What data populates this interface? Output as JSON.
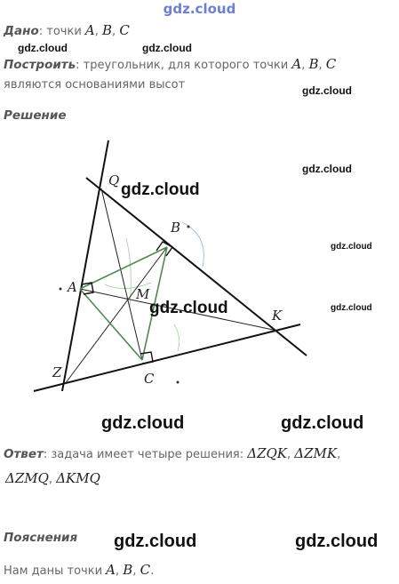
{
  "header": {
    "site": "gdz.cloud"
  },
  "given": {
    "label": "Дано",
    "text": ": точки ",
    "A": "A",
    "B": "B",
    "C": "C"
  },
  "construct": {
    "label": "Построить",
    "text1": ": треугольник, для которого точки ",
    "A": "A",
    "B": "B",
    "C": "C",
    "text2": "являются основаниями высот"
  },
  "solution": {
    "label": "Решение"
  },
  "figure": {
    "points": {
      "Q": "Q",
      "B": "B",
      "A": "A",
      "M": "M",
      "K": "K",
      "Z": "Z",
      "C": "C"
    }
  },
  "answer": {
    "label": "Ответ",
    "text": ": задача имеет четыре решения: ",
    "t1": "ΔZQK",
    "t2": "ΔZMK",
    "t3": "ΔZMQ",
    "t4": "ΔKMQ"
  },
  "explanation": {
    "label": "Пояснения",
    "text": "Нам даны точки ",
    "A": "A",
    "B": "B",
    "C": "C"
  },
  "watermarks": [
    "gdz.cloud",
    "gdz.cloud",
    "gdz.cloud",
    "gdz.cloud",
    "gdz.cloud",
    "gdz.cloud",
    "gdz.cloud",
    "gdz.cloud",
    "gdz.cloud",
    "gdz.cloud",
    "gdz.cloud",
    "gdz.cloud",
    "gdz.cloud"
  ]
}
